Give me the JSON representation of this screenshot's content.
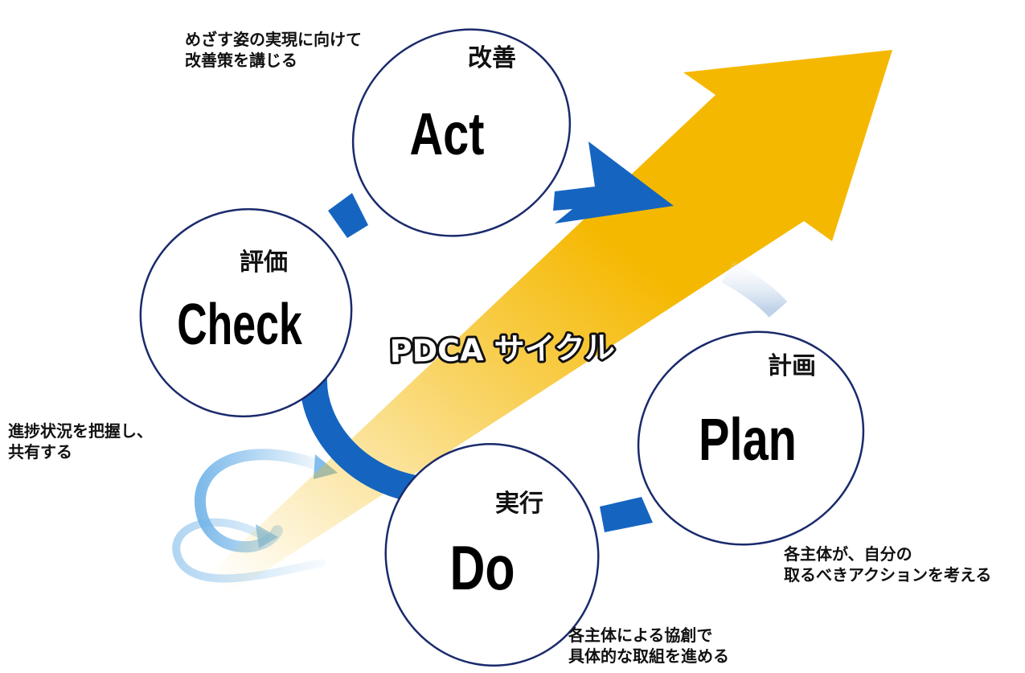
{
  "diagram": {
    "title": "PDCA サイクル",
    "colors": {
      "arrow_yellow": "#F5B800",
      "cycle_blue": "#1565C0",
      "swirl_blue": "#6FB3E8",
      "ellipse_stroke": "#1A2A6C",
      "title_fill": "#FFFFFF"
    },
    "nodes": {
      "act": {
        "jp": "改善",
        "en": "Act",
        "note": [
          "めざす姿の実現に向けて",
          "改善策を講じる"
        ]
      },
      "check": {
        "jp": "評価",
        "en": "Check",
        "note": [
          "進捗状況を把握し、",
          "共有する"
        ]
      },
      "do": {
        "jp": "実行",
        "en": "Do",
        "note": [
          "各主体による協創で",
          "具体的な取組を進める"
        ]
      },
      "plan": {
        "jp": "計画",
        "en": "Plan",
        "note": [
          "各主体が、自分の",
          "取るべきアクションを考える"
        ]
      }
    }
  }
}
